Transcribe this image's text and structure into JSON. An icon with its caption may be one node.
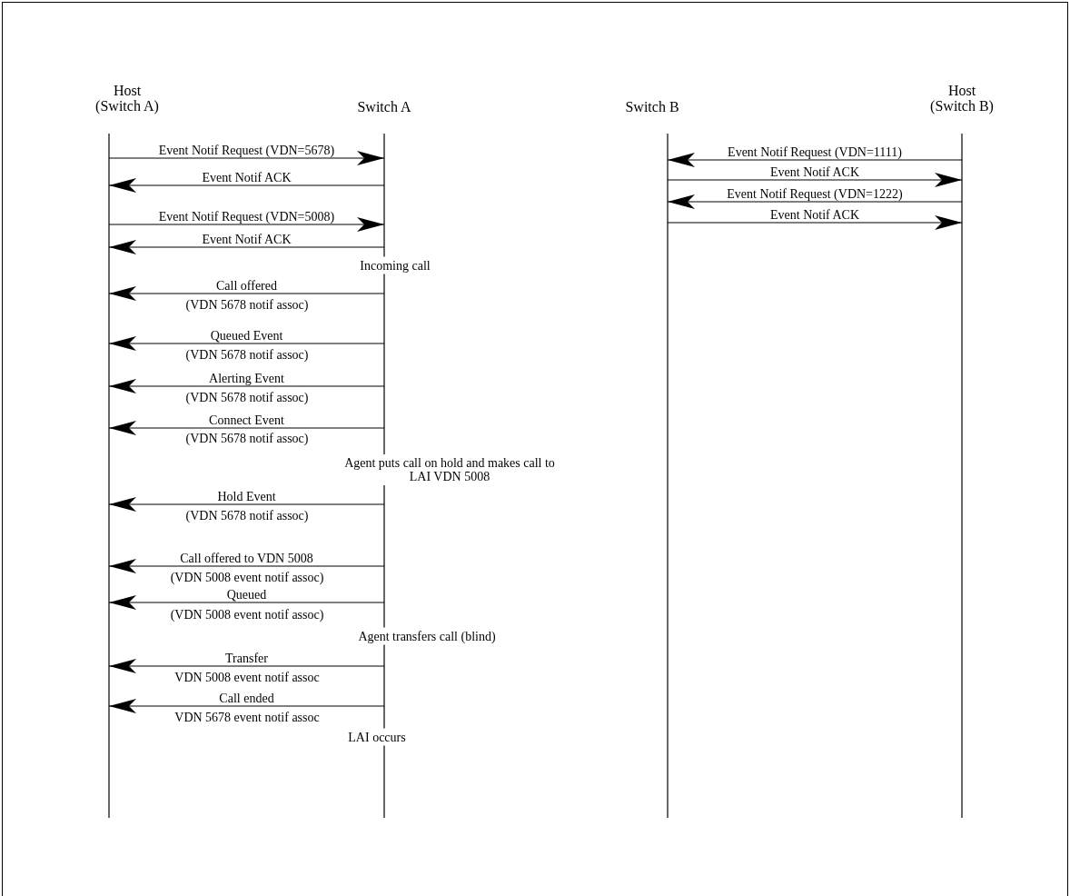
{
  "diagram": {
    "nodes": [
      {
        "text": [
          "Host (Switch A)"
        ]
      },
      {
        "text": [
          "Switch A"
        ]
      },
      {
        "text": [
          "Switch B"
        ]
      },
      {
        "text": [
          "Host (Switch B)"
        ]
      }
    ],
    "edges": [
      {
        "from": 0,
        "to": 1,
        "arrow": "to",
        "label": "Event Notif Request (VDN=5678)"
      },
      {
        "from": 1,
        "to": 0,
        "arrow": "to",
        "label": "Event Notif ACK"
      },
      {
        "from": 0,
        "to": 1,
        "arrow": "to",
        "label": "Event Notif Request (VDN=5008)"
      },
      {
        "from": 1,
        "to": 0,
        "arrow": "to",
        "label": "Event Notif ACK"
      },
      {
        "from": 1,
        "to": 0,
        "arrow": "to",
        "label": "Call offered"
      },
      {
        "from": 1,
        "to": 0,
        "arrow": "to",
        "label": "Queued Event"
      },
      {
        "from": 1,
        "to": 0,
        "arrow": "to",
        "label": "Alerting Event"
      },
      {
        "from": 1,
        "to": 0,
        "arrow": "to",
        "label": "Connect Event"
      },
      {
        "from": 1,
        "to": 0,
        "arrow": "to",
        "label": "Hold Event"
      },
      {
        "from": 1,
        "to": 0,
        "arrow": "to",
        "label": "Call offered to VDN 5008"
      },
      {
        "from": 1,
        "to": 0,
        "arrow": "to",
        "label": "Queued"
      },
      {
        "from": 1,
        "to": 0,
        "arrow": "to",
        "label": "Transfer"
      },
      {
        "from": 1,
        "to": 0,
        "arrow": "to",
        "label": "Call ended"
      },
      {
        "from": 3,
        "to": 2,
        "arrow": "to",
        "label": "Event Notif Request (VDN=1111)"
      },
      {
        "from": 2,
        "to": 3,
        "arrow": "to",
        "label": "Event Notif ACK"
      },
      {
        "from": 3,
        "to": 2,
        "arrow": "to",
        "label": "Event Notif Request (VDN=1222)"
      },
      {
        "from": 2,
        "to": 3,
        "arrow": "to",
        "label": "Event Notif ACK"
      }
    ],
    "labels": [
      "Incoming call",
      "(VDN 5678 notif assoc)",
      "(VDN 5678 notif assoc)",
      "(VDN 5678 notif assoc)",
      "(VDN 5678 notif assoc)",
      "Agent puts call on hold and makes call to LAI VDN 5008",
      "(VDN 5678 notif assoc)",
      "(VDN 5008 event notif assoc)",
      "(VDN 5008 event notif assoc)",
      "Agent transfers call (blind)",
      "VDN 5008 event notif assoc",
      "VDN 5678 event notif assoc",
      "LAI occurs"
    ]
  }
}
